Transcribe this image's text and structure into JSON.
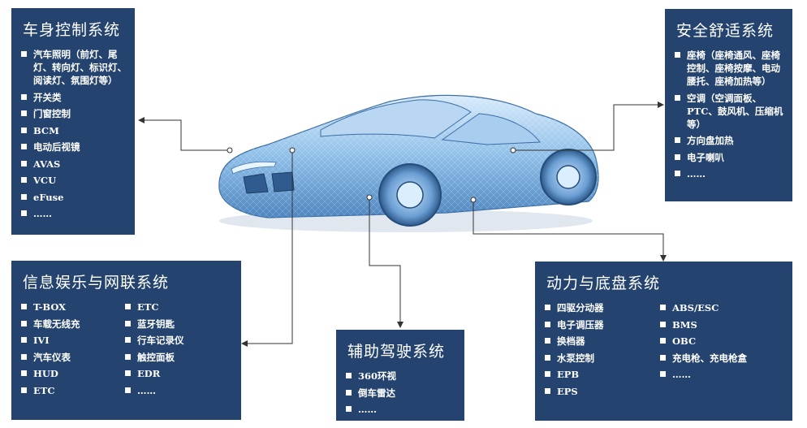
{
  "panels": {
    "body": {
      "title": "车身控制系统",
      "items": [
        "汽车照明（前灯、尾灯、转向灯、标识灯、阅读灯、氛围灯等）",
        "开关类",
        "门窗控制",
        "BCM",
        "电动后视镜",
        "AVAS",
        "VCU",
        "eFuse",
        "……"
      ]
    },
    "safety": {
      "title": "安全舒适系统",
      "items": [
        "座椅（座椅通风、座椅控制、座椅按摩、电动腰托、座椅加热等）",
        "空调（空调面板、PTC、鼓风机、压缩机等）",
        "方向盘加热",
        "电子喇叭",
        "……"
      ]
    },
    "infotainment": {
      "title": "信息娱乐与网联系统",
      "col1": [
        "T-BOX",
        "车载无线充",
        "IVI",
        "汽车仪表",
        "HUD",
        "ETC"
      ],
      "col2": [
        "ETC",
        "蓝牙钥匙",
        "行车记录仪",
        "触控面板",
        "EDR",
        "……"
      ]
    },
    "adas": {
      "title": "辅助驾驶系统",
      "items": [
        "360环视",
        "倒车雷达",
        "……"
      ]
    },
    "powertrain": {
      "title": "动力与底盘系统",
      "col1": [
        "四驱分动器",
        "电子调压器",
        "换档器",
        "水泵控制",
        "EPB",
        "EPS"
      ],
      "col2": [
        "ABS/ESC",
        "BMS",
        "OBC",
        "充电枪、充电枪盒",
        "……"
      ]
    }
  },
  "colors": {
    "panel": "#24446f",
    "car": "#7fb2e0",
    "connector": "#333333"
  }
}
